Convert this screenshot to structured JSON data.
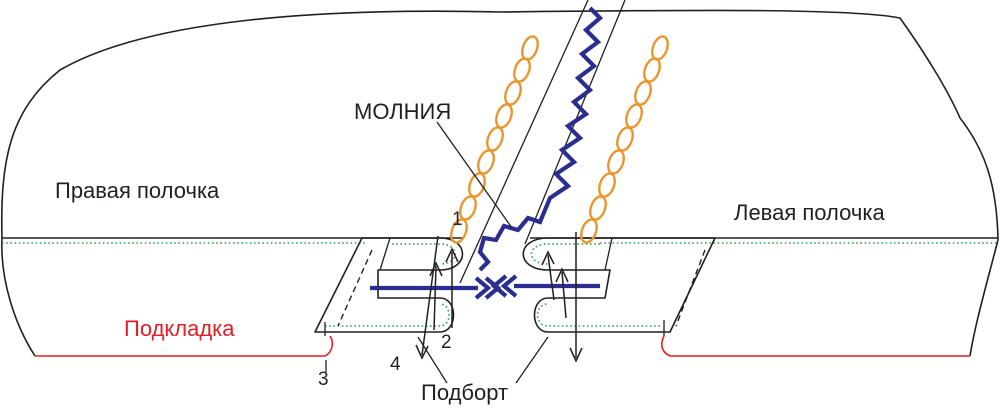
{
  "labels": {
    "right_front": "Правая полочка",
    "left_front": "Левая полочка",
    "zipper": "МОЛНИЯ",
    "lining": "Подкладка",
    "facing": "Подборт",
    "n1": "1",
    "n2": "2",
    "n3": "3",
    "n4": "4"
  },
  "colors": {
    "outline": "#231f20",
    "zipper_blue": "#2b2d8f",
    "chain_orange": "#e8962e",
    "lining_red": "#e31e24",
    "stitch_green": "#2f9e5a"
  }
}
